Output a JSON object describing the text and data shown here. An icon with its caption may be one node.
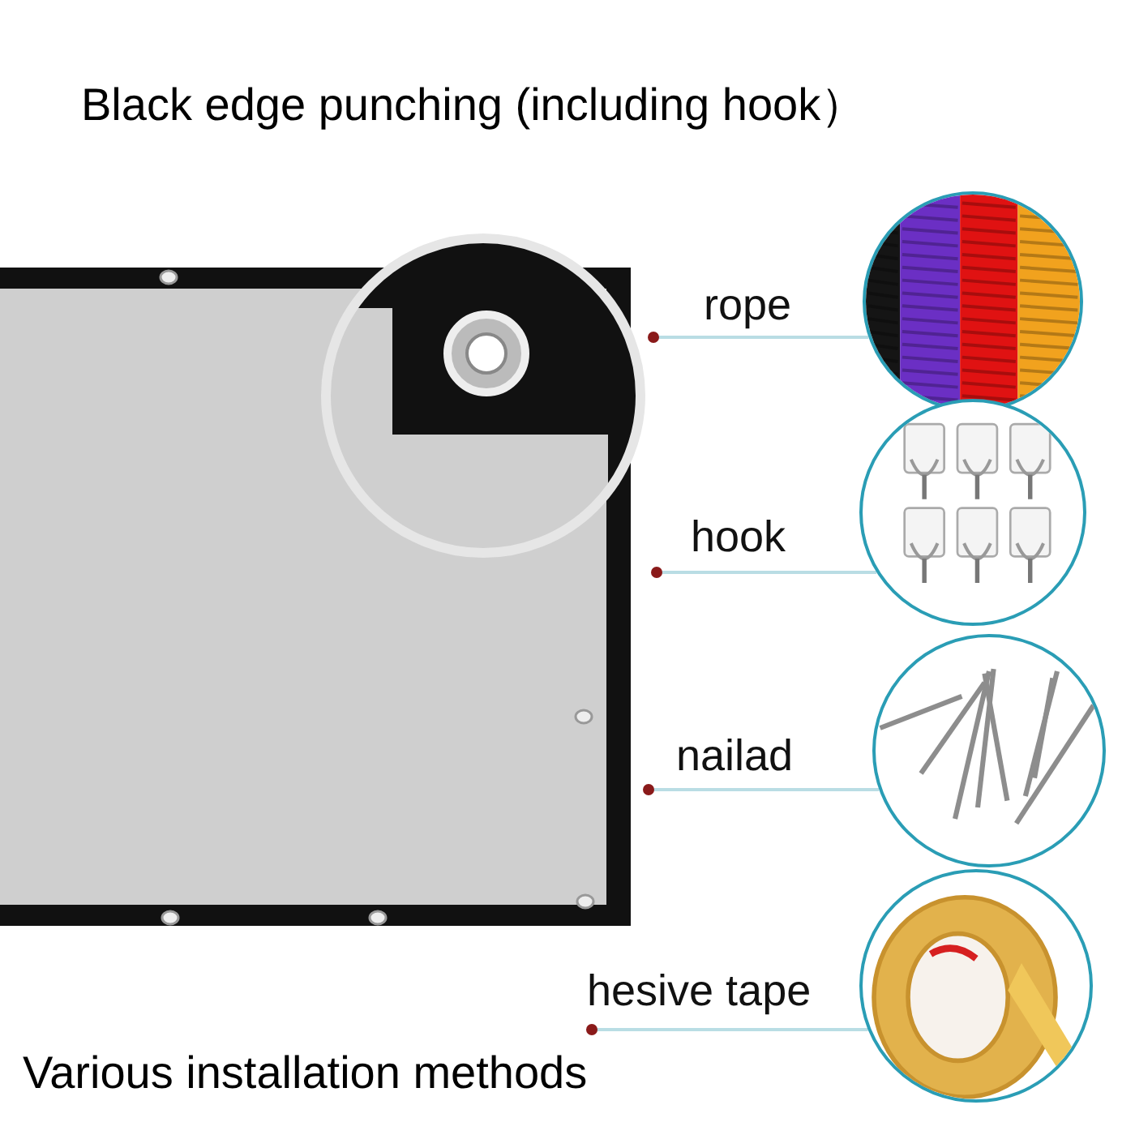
{
  "diagram": {
    "title": "Black edge punching (including hook）",
    "caption": "Various installation methods",
    "nodes": [
      {
        "text": [
          "rope"
        ]
      },
      {
        "text": [],
        "shape": "picture"
      },
      {
        "text": [
          "hook"
        ]
      },
      {
        "text": [],
        "shape": "picture"
      },
      {
        "text": [
          "nailad"
        ]
      },
      {
        "text": [],
        "shape": "picture"
      },
      {
        "text": [
          "hesive tape"
        ]
      },
      {
        "text": [],
        "shape": "picture"
      }
    ],
    "edges": [
      {
        "from": 0,
        "to": 1,
        "arrow": "other"
      },
      {
        "from": 2,
        "to": 3,
        "arrow": "other"
      },
      {
        "from": 4,
        "to": 5,
        "arrow": "other"
      },
      {
        "from": 6,
        "to": 7,
        "arrow": "other"
      }
    ]
  }
}
